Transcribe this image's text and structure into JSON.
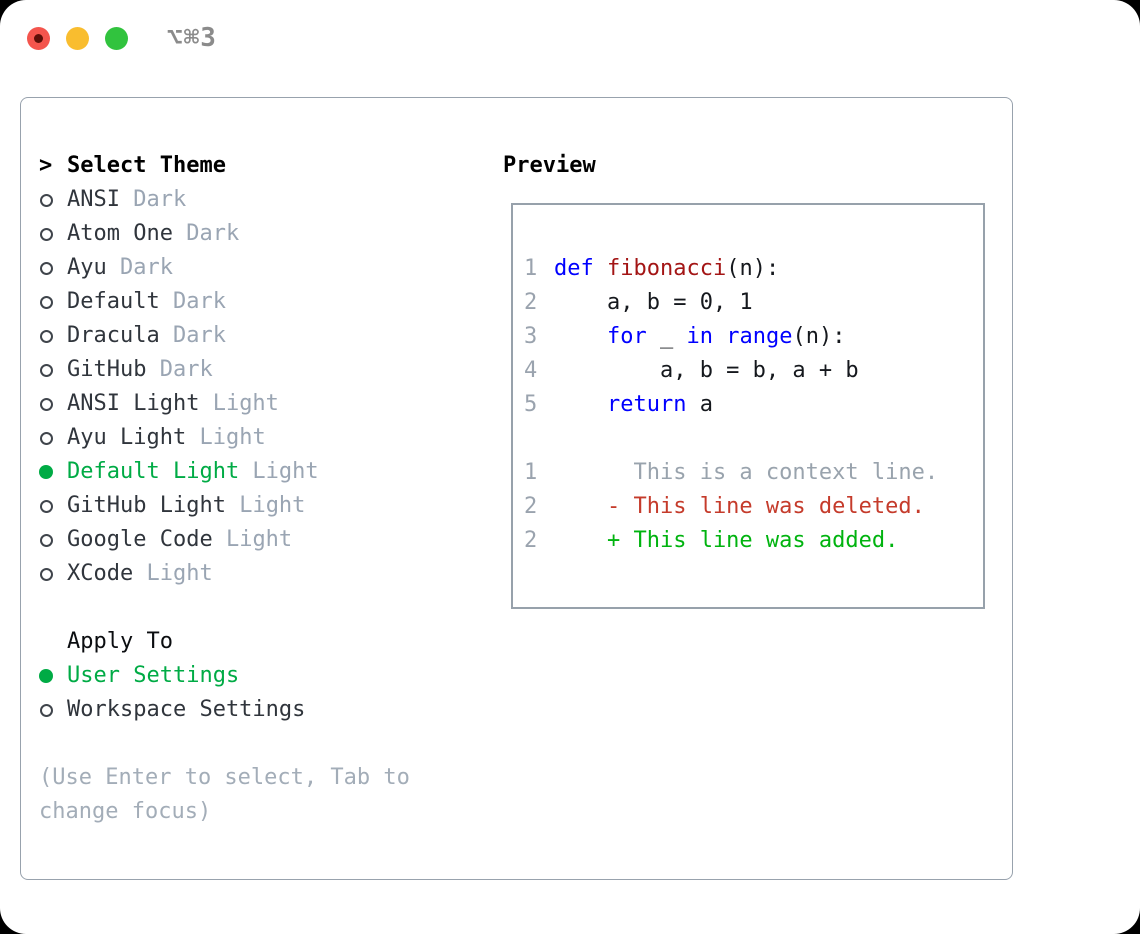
{
  "window": {
    "title": "⌥⌘3",
    "traffic_lights": [
      {
        "name": "close",
        "color": "#f4554d",
        "unsaved_dot_color": "#5c0f08"
      },
      {
        "name": "minimize",
        "color": "#f9bd2f"
      },
      {
        "name": "zoom",
        "color": "#31c33e"
      }
    ]
  },
  "theme_picker": {
    "prompt": ">",
    "heading": "Select Theme",
    "themes": [
      {
        "name": "ANSI",
        "variant": "Dark",
        "selected": false
      },
      {
        "name": "Atom One",
        "variant": "Dark",
        "selected": false
      },
      {
        "name": "Ayu",
        "variant": "Dark",
        "selected": false
      },
      {
        "name": "Default",
        "variant": "Dark",
        "selected": false
      },
      {
        "name": "Dracula",
        "variant": "Dark",
        "selected": false
      },
      {
        "name": "GitHub",
        "variant": "Dark",
        "selected": false
      },
      {
        "name": "ANSI Light",
        "variant": "Light",
        "selected": false
      },
      {
        "name": "Ayu Light",
        "variant": "Light",
        "selected": false
      },
      {
        "name": "Default Light",
        "variant": "Light",
        "selected": true
      },
      {
        "name": "GitHub Light",
        "variant": "Light",
        "selected": false
      },
      {
        "name": "Google Code",
        "variant": "Light",
        "selected": false
      },
      {
        "name": "XCode",
        "variant": "Light",
        "selected": false
      }
    ],
    "apply_to": {
      "heading": "Apply To",
      "options": [
        {
          "label": "User Settings",
          "selected": true
        },
        {
          "label": "Workspace Settings",
          "selected": false
        }
      ]
    },
    "hint_lines": [
      "(Use Enter to select, Tab to",
      "change focus)"
    ]
  },
  "preview": {
    "heading": "Preview",
    "palette": {
      "keyword": "#0000ff",
      "function": "#a31515",
      "plain": "#15181d",
      "context": "#99a3ad",
      "deleted": "#c53b2b",
      "added": "#00b30f",
      "line_number": "#9aa3ae"
    },
    "lines": [
      {
        "num": "1",
        "tokens": [
          {
            "text": "def",
            "color": "keyword"
          },
          {
            "text": " ",
            "color": "plain"
          },
          {
            "text": "fibonacci",
            "color": "function"
          },
          {
            "text": "(n):",
            "color": "plain"
          }
        ]
      },
      {
        "num": "2",
        "tokens": [
          {
            "text": "    a, b = 0, 1",
            "color": "plain"
          }
        ]
      },
      {
        "num": "3",
        "tokens": [
          {
            "text": "    ",
            "color": "plain"
          },
          {
            "text": "for",
            "color": "keyword"
          },
          {
            "text": " _ ",
            "color": "plain"
          },
          {
            "text": "in",
            "color": "keyword"
          },
          {
            "text": " ",
            "color": "plain"
          },
          {
            "text": "range",
            "color": "keyword"
          },
          {
            "text": "(n):",
            "color": "plain"
          }
        ]
      },
      {
        "num": "4",
        "tokens": [
          {
            "text": "        a, b = b, a + b",
            "color": "plain"
          }
        ]
      },
      {
        "num": "5",
        "tokens": [
          {
            "text": "    ",
            "color": "plain"
          },
          {
            "text": "return",
            "color": "keyword"
          },
          {
            "text": " a",
            "color": "plain"
          }
        ]
      },
      {
        "num": "",
        "tokens": []
      },
      {
        "num": "1",
        "tokens": [
          {
            "text": "      This is a context line.",
            "color": "context"
          }
        ]
      },
      {
        "num": "2",
        "tokens": [
          {
            "text": "    - This line was deleted.",
            "color": "deleted"
          }
        ]
      },
      {
        "num": "2",
        "tokens": [
          {
            "text": "    + This line was added.",
            "color": "added"
          }
        ]
      }
    ]
  },
  "colors": {
    "accent_green": "#00ab45",
    "text_primary": "#30353c",
    "text_secondary": "#9aa5b3",
    "hint_gray": "#a3adb8",
    "panel_border": "#98a2ad",
    "preview_border": "#97a1ab",
    "title_gray": "#8b8b8b"
  }
}
